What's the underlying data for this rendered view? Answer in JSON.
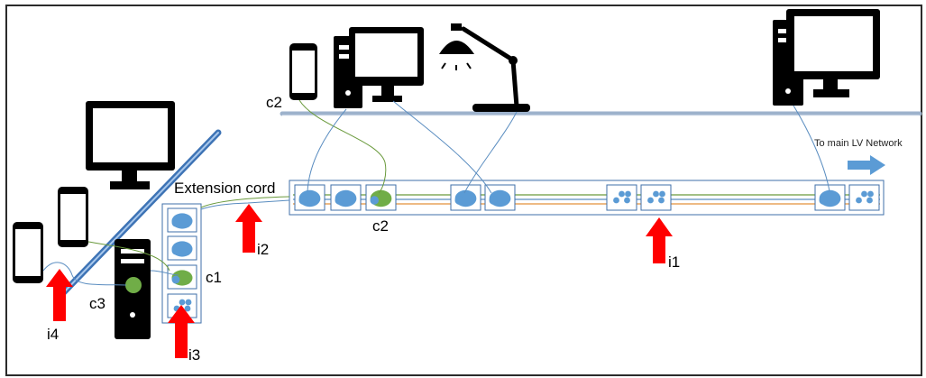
{
  "labels": {
    "extension_cord": "Extension  cord",
    "to_main": "To main LV Network",
    "c1": "c1",
    "c2_top": "c2",
    "c2_bottom": "c2",
    "c3": "c3",
    "i1": "i1",
    "i2": "i2",
    "i3": "i3",
    "i4": "i4"
  },
  "colors": {
    "frame": "#2b2b2b",
    "device": "#000000",
    "outlet_border": "#3f6fa8",
    "socket": "#5b9bd5",
    "socket_plugged": "#70ad47",
    "wire_blue": "#5a8dc0",
    "wire_green": "#6a9a3c",
    "wire_orange": "#e3913a",
    "arrow": "#ff0000",
    "flow_arrow": "#5b9bd5",
    "baseline": "#aab8cc"
  },
  "icons": [
    "monitor-icon",
    "desktop-tower-icon",
    "smartphone-icon",
    "desk-lamp-icon",
    "power-strip-icon"
  ]
}
